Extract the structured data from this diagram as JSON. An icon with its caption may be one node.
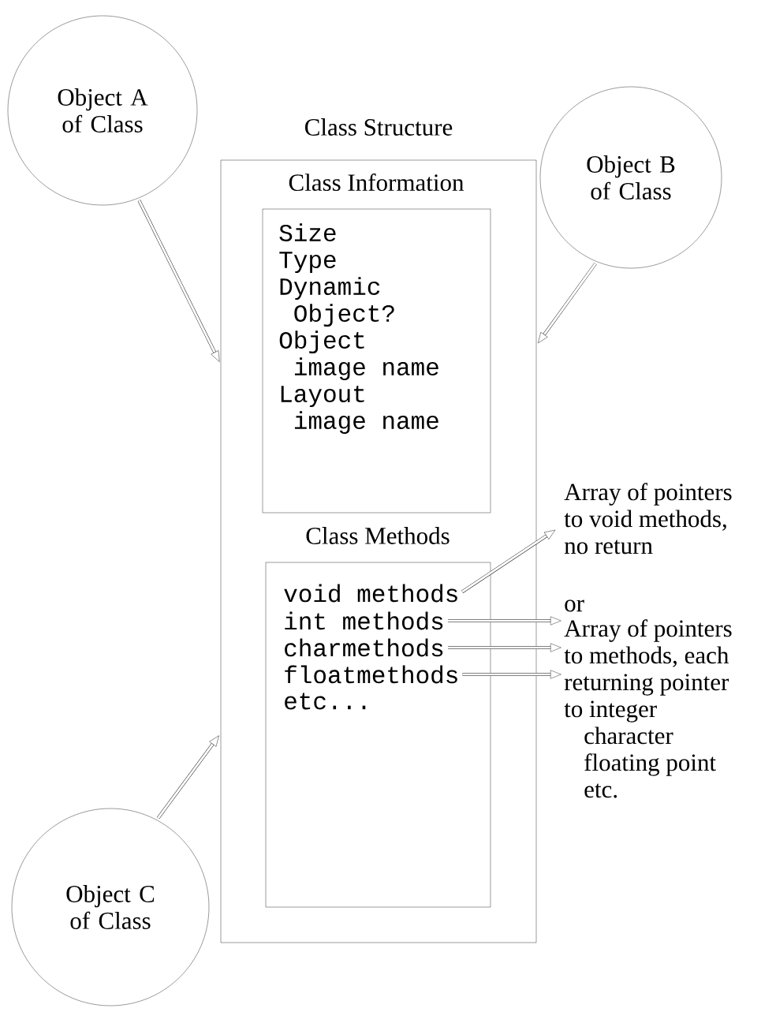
{
  "diagram": {
    "nodes": [
      {
        "text": [
          "Object A of Class"
        ]
      },
      {
        "text": [
          "Object B of Class"
        ]
      },
      {
        "text": [
          "Object C of Class"
        ]
      },
      {
        "text": [
          "Class Structure"
        ]
      },
      {
        "text": [
          "Class Information",
          "Size",
          "Type",
          "Dynamic Object?",
          "Object image name",
          "Layout image name"
        ],
        "in": 3
      },
      {
        "text": [
          "Class Methods"
        ],
        "in": 3
      },
      {
        "text": [
          "void methods"
        ],
        "in": 5
      },
      {
        "text": [
          "int methods"
        ],
        "in": 5
      },
      {
        "text": [
          "charmethods"
        ],
        "in": 5
      },
      {
        "text": [
          "floatmethods"
        ],
        "in": 5
      },
      {
        "text": [
          "etc..."
        ],
        "in": 5
      },
      {
        "text": [
          "Array of pointers to void methods, no return"
        ]
      },
      {
        "text": [
          "Array of pointers to methods, each returning pointer to integer",
          "character",
          "floating point",
          "etc."
        ]
      }
    ],
    "edges": [
      {
        "from": 0,
        "to": 3,
        "arrow": "to"
      },
      {
        "from": 1,
        "to": 3,
        "arrow": "to"
      },
      {
        "from": 2,
        "to": 3,
        "arrow": "to"
      },
      {
        "from": 6,
        "to": 11,
        "arrow": "to"
      },
      {
        "from": 7,
        "to": 12,
        "arrow": "to"
      },
      {
        "from": 8,
        "to": 12,
        "arrow": "to"
      },
      {
        "from": 9,
        "to": 12,
        "arrow": "to"
      }
    ],
    "labels": [
      "or"
    ]
  }
}
